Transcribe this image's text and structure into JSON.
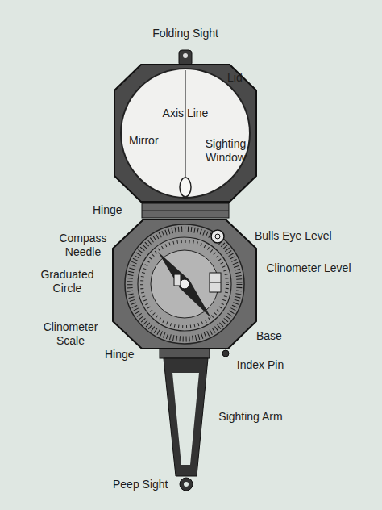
{
  "diagram": {
    "labels": [
      "Folding Sight",
      "Lid",
      "Axis Line",
      "Mirror",
      "Sighting Window",
      "Hinge",
      "Compass Needle",
      "Bulls Eye Level",
      "Graduated Circle",
      "Clinometer Level",
      "Clinometer Scale",
      "Base",
      "Hinge",
      "Index Pin",
      "Sighting Arm",
      "Peep Sight"
    ]
  }
}
